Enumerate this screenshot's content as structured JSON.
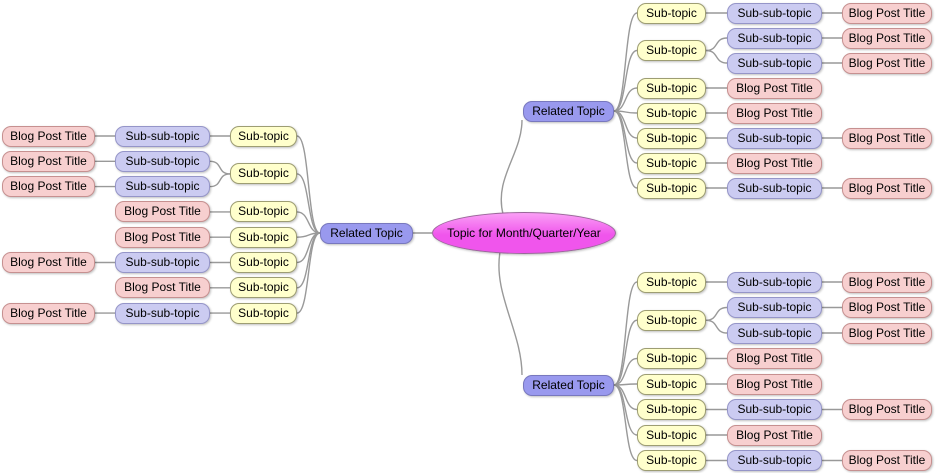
{
  "diagram": {
    "background": "#FFFFFF",
    "connector_color": "#999999",
    "root": {
      "label": "Topic for Month/Quarter/Year",
      "fill": "#F055EC",
      "fill_light": "#FA9FF5",
      "border": "#996699"
    },
    "node_styles": {
      "related": {
        "fill": "#9999EE",
        "border": "#7878BE"
      },
      "subtopic": {
        "fill": "#FFFFCC",
        "border": "#9D9D73"
      },
      "subsub": {
        "fill": "#CBCBF1",
        "border": "#9595C8"
      },
      "blog": {
        "fill": "#F7CFCF",
        "border": "#C69090"
      }
    },
    "branches": [
      {
        "id": "left",
        "related_label": "Related Topic",
        "subtopics": [
          {
            "label": "Sub-topic",
            "children": [
              {
                "type": "subsub",
                "label": "Sub-sub-topic",
                "children": [
                  {
                    "type": "blog",
                    "label": "Blog Post Title"
                  }
                ]
              }
            ]
          },
          {
            "label": "Sub-topic",
            "children": [
              {
                "type": "subsub",
                "label": "Sub-sub-topic",
                "children": [
                  {
                    "type": "blog",
                    "label": "Blog Post Title"
                  }
                ]
              },
              {
                "type": "subsub",
                "label": "Sub-sub-topic",
                "children": [
                  {
                    "type": "blog",
                    "label": "Blog Post Title"
                  }
                ]
              }
            ]
          },
          {
            "label": "Sub-topic",
            "children": [
              {
                "type": "blog",
                "label": "Blog Post Title"
              }
            ]
          },
          {
            "label": "Sub-topic",
            "children": [
              {
                "type": "blog",
                "label": "Blog Post Title"
              }
            ]
          },
          {
            "label": "Sub-topic",
            "children": [
              {
                "type": "subsub",
                "label": "Sub-sub-topic",
                "children": [
                  {
                    "type": "blog",
                    "label": "Blog Post Title"
                  }
                ]
              }
            ]
          },
          {
            "label": "Sub-topic",
            "children": [
              {
                "type": "blog",
                "label": "Blog Post Title"
              }
            ]
          },
          {
            "label": "Sub-topic",
            "children": [
              {
                "type": "subsub",
                "label": "Sub-sub-topic",
                "children": [
                  {
                    "type": "blog",
                    "label": "Blog Post Title"
                  }
                ]
              }
            ]
          }
        ]
      },
      {
        "id": "top-right",
        "related_label": "Related Topic",
        "subtopics": [
          {
            "label": "Sub-topic",
            "children": [
              {
                "type": "subsub",
                "label": "Sub-sub-topic",
                "children": [
                  {
                    "type": "blog",
                    "label": "Blog Post Title"
                  }
                ]
              }
            ]
          },
          {
            "label": "Sub-topic",
            "children": [
              {
                "type": "subsub",
                "label": "Sub-sub-topic",
                "children": [
                  {
                    "type": "blog",
                    "label": "Blog Post Title"
                  }
                ]
              },
              {
                "type": "subsub",
                "label": "Sub-sub-topic",
                "children": [
                  {
                    "type": "blog",
                    "label": "Blog Post Title"
                  }
                ]
              }
            ]
          },
          {
            "label": "Sub-topic",
            "children": [
              {
                "type": "blog",
                "label": "Blog Post Title"
              }
            ]
          },
          {
            "label": "Sub-topic",
            "children": [
              {
                "type": "blog",
                "label": "Blog Post Title"
              }
            ]
          },
          {
            "label": "Sub-topic",
            "children": [
              {
                "type": "subsub",
                "label": "Sub-sub-topic",
                "children": [
                  {
                    "type": "blog",
                    "label": "Blog Post Title"
                  }
                ]
              }
            ]
          },
          {
            "label": "Sub-topic",
            "children": [
              {
                "type": "blog",
                "label": "Blog Post Title"
              }
            ]
          },
          {
            "label": "Sub-topic",
            "children": [
              {
                "type": "subsub",
                "label": "Sub-sub-topic",
                "children": [
                  {
                    "type": "blog",
                    "label": "Blog Post Title"
                  }
                ]
              }
            ]
          }
        ]
      },
      {
        "id": "bottom-right",
        "related_label": "Related Topic",
        "subtopics": [
          {
            "label": "Sub-topic",
            "children": [
              {
                "type": "subsub",
                "label": "Sub-sub-topic",
                "children": [
                  {
                    "type": "blog",
                    "label": "Blog Post Title"
                  }
                ]
              }
            ]
          },
          {
            "label": "Sub-topic",
            "children": [
              {
                "type": "subsub",
                "label": "Sub-sub-topic",
                "children": [
                  {
                    "type": "blog",
                    "label": "Blog Post Title"
                  }
                ]
              },
              {
                "type": "subsub",
                "label": "Sub-sub-topic",
                "children": [
                  {
                    "type": "blog",
                    "label": "Blog Post Title"
                  }
                ]
              }
            ]
          },
          {
            "label": "Sub-topic",
            "children": [
              {
                "type": "blog",
                "label": "Blog Post Title"
              }
            ]
          },
          {
            "label": "Sub-topic",
            "children": [
              {
                "type": "blog",
                "label": "Blog Post Title"
              }
            ]
          },
          {
            "label": "Sub-topic",
            "children": [
              {
                "type": "subsub",
                "label": "Sub-sub-topic",
                "children": [
                  {
                    "type": "blog",
                    "label": "Blog Post Title"
                  }
                ]
              }
            ]
          },
          {
            "label": "Sub-topic",
            "children": [
              {
                "type": "blog",
                "label": "Blog Post Title"
              }
            ]
          },
          {
            "label": "Sub-topic",
            "children": [
              {
                "type": "subsub",
                "label": "Sub-sub-topic",
                "children": [
                  {
                    "type": "blog",
                    "label": "Blog Post Title"
                  }
                ]
              }
            ]
          }
        ]
      }
    ]
  }
}
